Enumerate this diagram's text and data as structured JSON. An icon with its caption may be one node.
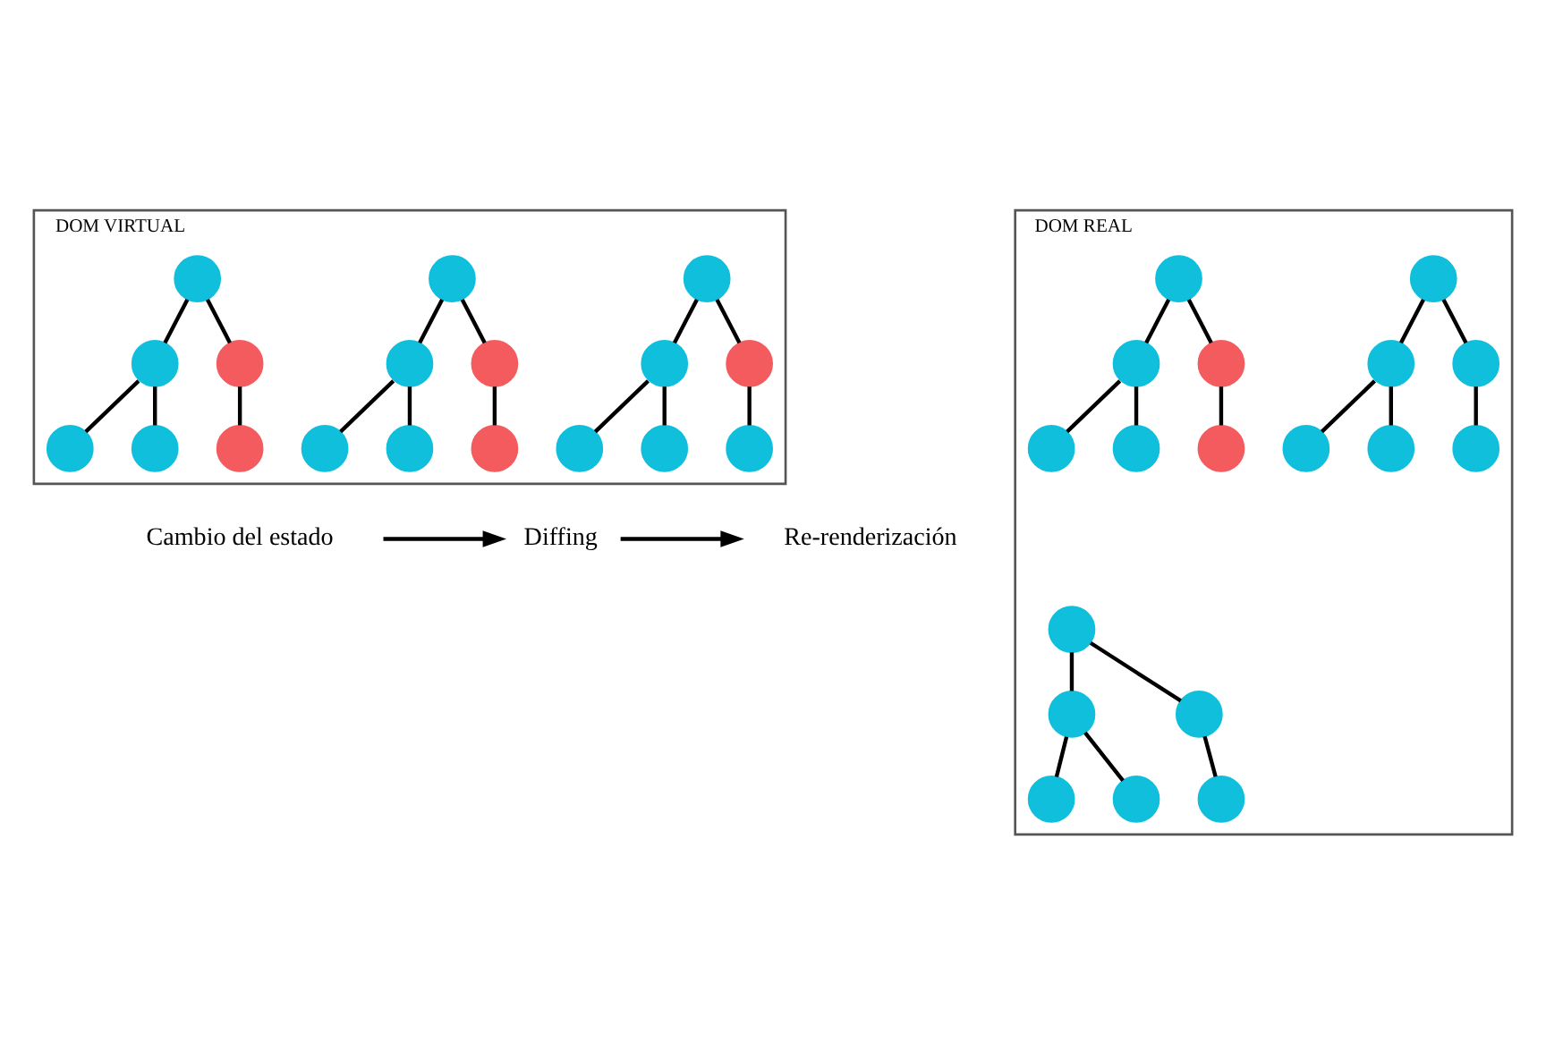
{
  "diagram": {
    "nodes": [
      {
        "text": [
          "DOM VIRTUAL"
        ]
      },
      {
        "text": [],
        "shape": "circle",
        "in": 0
      },
      {
        "text": [],
        "shape": "circle",
        "in": 0
      },
      {
        "text": [],
        "shape": "circle",
        "in": 0
      },
      {
        "text": [],
        "shape": "circle",
        "in": 0
      },
      {
        "text": [],
        "shape": "circle",
        "in": 0
      },
      {
        "text": [],
        "shape": "circle",
        "in": 0
      },
      {
        "text": [],
        "shape": "circle",
        "in": 0
      },
      {
        "text": [],
        "shape": "circle",
        "in": 0
      },
      {
        "text": [],
        "shape": "circle",
        "in": 0
      },
      {
        "text": [],
        "shape": "circle",
        "in": 0
      },
      {
        "text": [],
        "shape": "circle",
        "in": 0
      },
      {
        "text": [],
        "shape": "circle",
        "in": 0
      },
      {
        "text": [],
        "shape": "circle",
        "in": 0
      },
      {
        "text": [],
        "shape": "circle",
        "in": 0
      },
      {
        "text": [],
        "shape": "circle",
        "in": 0
      },
      {
        "text": [],
        "shape": "circle",
        "in": 0
      },
      {
        "text": [],
        "shape": "circle",
        "in": 0
      },
      {
        "text": [],
        "shape": "circle",
        "in": 0
      },
      {
        "text": [
          "Cambio del estado"
        ]
      },
      {
        "text": [
          "Diffing"
        ]
      },
      {
        "text": [
          "Re-renderización"
        ]
      },
      {
        "text": [
          "DOM REAL"
        ]
      },
      {
        "text": [],
        "shape": "circle",
        "in": 22
      },
      {
        "text": [],
        "shape": "circle",
        "in": 22
      },
      {
        "text": [],
        "shape": "circle",
        "in": 22
      },
      {
        "text": [],
        "shape": "circle",
        "in": 22
      },
      {
        "text": [],
        "shape": "circle",
        "in": 22
      },
      {
        "text": [],
        "shape": "circle",
        "in": 22
      },
      {
        "text": [],
        "shape": "circle",
        "in": 22
      },
      {
        "text": [],
        "shape": "circle",
        "in": 22
      },
      {
        "text": [],
        "shape": "circle",
        "in": 22
      },
      {
        "text": [],
        "shape": "circle",
        "in": 22
      },
      {
        "text": [],
        "shape": "circle",
        "in": 22
      },
      {
        "text": [],
        "shape": "circle",
        "in": 22
      },
      {
        "text": [],
        "shape": "circle",
        "in": 22
      },
      {
        "text": [],
        "shape": "circle",
        "in": 22
      },
      {
        "text": [],
        "shape": "circle",
        "in": 22
      },
      {
        "text": [],
        "shape": "circle",
        "in": 22
      },
      {
        "text": [],
        "shape": "circle",
        "in": 22
      },
      {
        "text": [],
        "shape": "circle",
        "in": 22
      }
    ],
    "edges": [
      {
        "from": 1,
        "to": 2,
        "arrow": "none"
      },
      {
        "from": 1,
        "to": 3,
        "arrow": "none"
      },
      {
        "from": 2,
        "to": 4,
        "arrow": "none"
      },
      {
        "from": 2,
        "to": 5,
        "arrow": "none"
      },
      {
        "from": 3,
        "to": 6,
        "arrow": "none"
      },
      {
        "from": 7,
        "to": 8,
        "arrow": "none"
      },
      {
        "from": 7,
        "to": 9,
        "arrow": "none"
      },
      {
        "from": 8,
        "to": 10,
        "arrow": "none"
      },
      {
        "from": 8,
        "to": 11,
        "arrow": "none"
      },
      {
        "from": 9,
        "to": 12,
        "arrow": "none"
      },
      {
        "from": 13,
        "to": 14,
        "arrow": "none"
      },
      {
        "from": 13,
        "to": 15,
        "arrow": "none"
      },
      {
        "from": 14,
        "to": 16,
        "arrow": "none"
      },
      {
        "from": 14,
        "to": 17,
        "arrow": "none"
      },
      {
        "from": 15,
        "to": 18,
        "arrow": "none"
      },
      {
        "from": 19,
        "to": 20,
        "arrow": "to"
      },
      {
        "from": 20,
        "to": 21,
        "arrow": "to"
      },
      {
        "from": 23,
        "to": 24,
        "arrow": "none"
      },
      {
        "from": 23,
        "to": 25,
        "arrow": "none"
      },
      {
        "from": 24,
        "to": 26,
        "arrow": "none"
      },
      {
        "from": 24,
        "to": 27,
        "arrow": "none"
      },
      {
        "from": 25,
        "to": 28,
        "arrow": "none"
      },
      {
        "from": 29,
        "to": 30,
        "arrow": "none"
      },
      {
        "from": 29,
        "to": 31,
        "arrow": "none"
      },
      {
        "from": 30,
        "to": 32,
        "arrow": "none"
      },
      {
        "from": 30,
        "to": 33,
        "arrow": "none"
      },
      {
        "from": 31,
        "to": 34,
        "arrow": "none"
      },
      {
        "from": 35,
        "to": 36,
        "arrow": "none"
      },
      {
        "from": 35,
        "to": 37,
        "arrow": "none"
      },
      {
        "from": 36,
        "to": 38,
        "arrow": "none"
      },
      {
        "from": 36,
        "to": 39,
        "arrow": "none"
      },
      {
        "from": 37,
        "to": 40,
        "arrow": "none"
      }
    ]
  }
}
